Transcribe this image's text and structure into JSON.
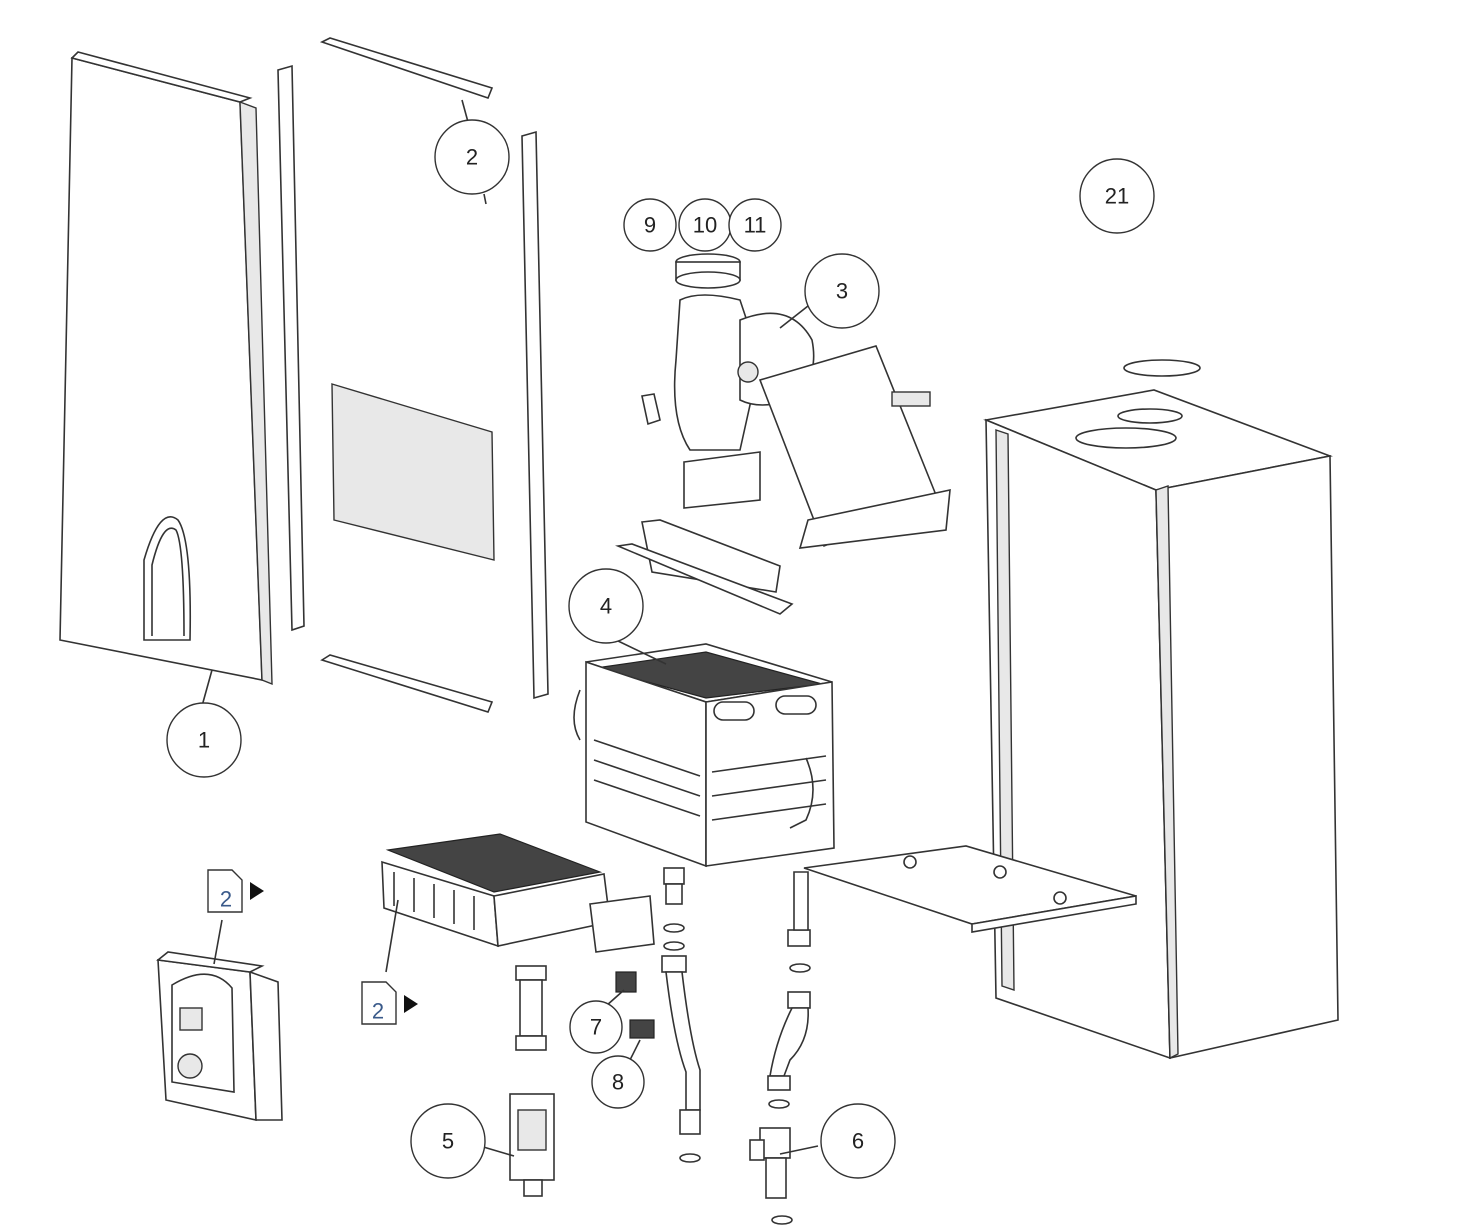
{
  "callouts": [
    {
      "id": "c1",
      "label": "1"
    },
    {
      "id": "c2",
      "label": "2"
    },
    {
      "id": "c3",
      "label": "3"
    },
    {
      "id": "c4",
      "label": "4"
    },
    {
      "id": "c5",
      "label": "5"
    },
    {
      "id": "c6",
      "label": "6"
    },
    {
      "id": "c7",
      "label": "7"
    },
    {
      "id": "c8",
      "label": "8"
    },
    {
      "id": "c9",
      "label": "9"
    },
    {
      "id": "c10",
      "label": "10"
    },
    {
      "id": "c11",
      "label": "11"
    },
    {
      "id": "c21",
      "label": "21"
    }
  ],
  "page_refs": [
    {
      "id": "ref-control",
      "label": "2"
    },
    {
      "id": "ref-burner",
      "label": "2"
    }
  ]
}
